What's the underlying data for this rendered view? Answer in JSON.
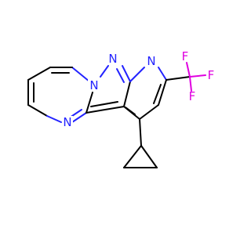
{
  "molecule": {
    "atoms": {
      "n_bridge": {
        "symbol": "N",
        "color": "#2323ff"
      },
      "n_pyrazole": {
        "symbol": "N",
        "color": "#2323ff"
      },
      "n_pyridine": {
        "symbol": "N",
        "color": "#2323ff"
      },
      "n_pyrimidine": {
        "symbol": "N",
        "color": "#2323ff"
      },
      "f_top": {
        "symbol": "F",
        "color": "#e000e0"
      },
      "f_right": {
        "symbol": "F",
        "color": "#e000e0"
      },
      "f_bottom": {
        "symbol": "F",
        "color": "#e000e0"
      }
    }
  }
}
